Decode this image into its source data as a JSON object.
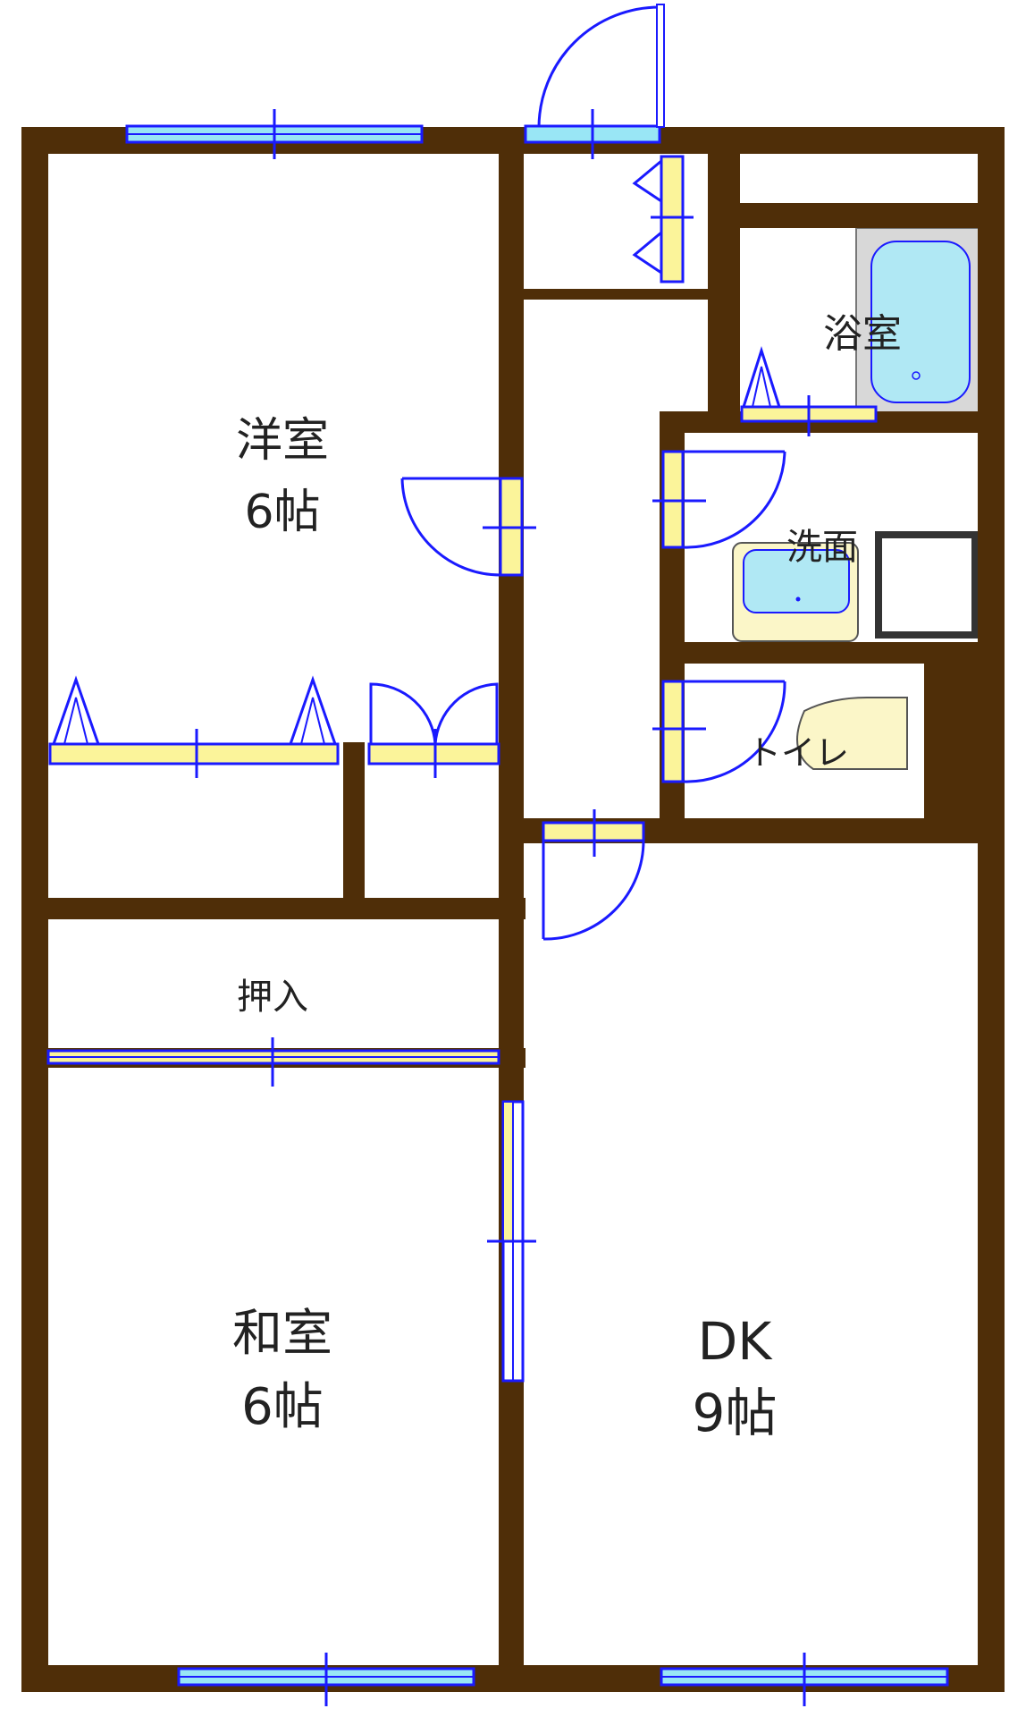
{
  "rooms": {
    "western": {
      "name": "洋室",
      "size": "6帖"
    },
    "japanese": {
      "name": "和室",
      "size": "6帖"
    },
    "dk": {
      "name": "DK",
      "size": "9帖"
    },
    "closet": {
      "name": "押入"
    },
    "bath": {
      "name": "浴室"
    },
    "washroom": {
      "name": "洗面"
    },
    "toilet": {
      "name": "トイレ"
    }
  },
  "colors": {
    "wall": "#4f2e08",
    "window_glass": "#99e6f5",
    "frame": "#1a1aff",
    "door_panel": "#fbf49a",
    "fixture": "#fbf6c8",
    "tub_water": "#b0e8f4",
    "bath_floor": "#d8d8d8"
  }
}
